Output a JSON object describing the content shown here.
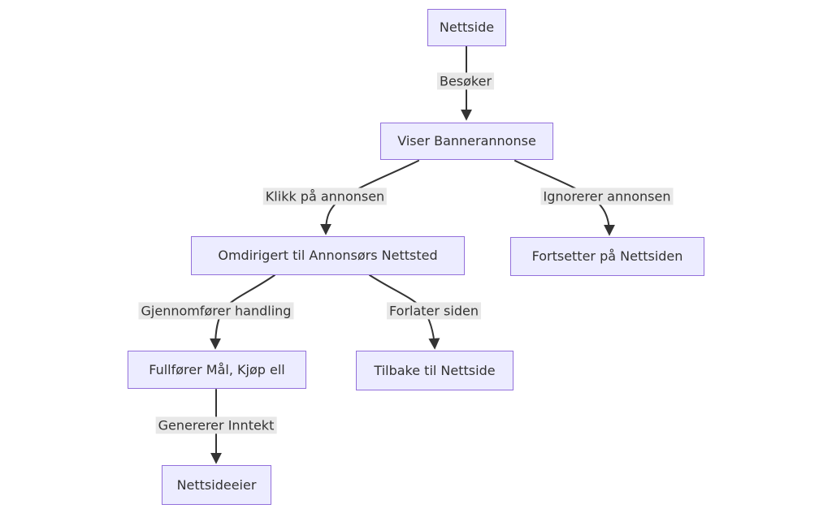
{
  "diagram": {
    "type": "flowchart",
    "direction": "top-down",
    "background_color": "#ffffff",
    "node_fill_color": "#ECECFF",
    "node_border_color": "#9370DB",
    "node_text_color": "#333333",
    "edge_color": "#333333",
    "edge_label_background": "#e8e8e8",
    "nodes": [
      {
        "id": "nettside",
        "label": "Nettside"
      },
      {
        "id": "viser-bannerannonse",
        "label": "Viser Bannerannonse"
      },
      {
        "id": "omdirigert",
        "label": "Omdirigert til Annonsørs Nettsted"
      },
      {
        "id": "fortsetter",
        "label": "Fortsetter på Nettsiden"
      },
      {
        "id": "fullforer",
        "label": "Fullfører Mål, Kjøp ell"
      },
      {
        "id": "tilbake",
        "label": "Tilbake til Nettside"
      },
      {
        "id": "nettsideeier",
        "label": "Nettsideeier"
      }
    ],
    "edges": [
      {
        "from": "Nettside",
        "to": "Viser Bannerannonse",
        "label": "Besøker"
      },
      {
        "from": "Viser Bannerannonse",
        "to": "Omdirigert til Annonsørs Nettsted",
        "label": "Klikk på annonsen"
      },
      {
        "from": "Viser Bannerannonse",
        "to": "Fortsetter på Nettsiden",
        "label": "Ignorerer annonsen"
      },
      {
        "from": "Omdirigert til Annonsørs Nettsted",
        "to": "Fullfører Mål, Kjøp ell",
        "label": "Gjennomfører handling"
      },
      {
        "from": "Omdirigert til Annonsørs Nettsted",
        "to": "Tilbake til Nettside",
        "label": "Forlater siden"
      },
      {
        "from": "Fullfører Mål, Kjøp ell",
        "to": "Nettsideeier",
        "label": "Genererer Inntekt"
      }
    ]
  }
}
